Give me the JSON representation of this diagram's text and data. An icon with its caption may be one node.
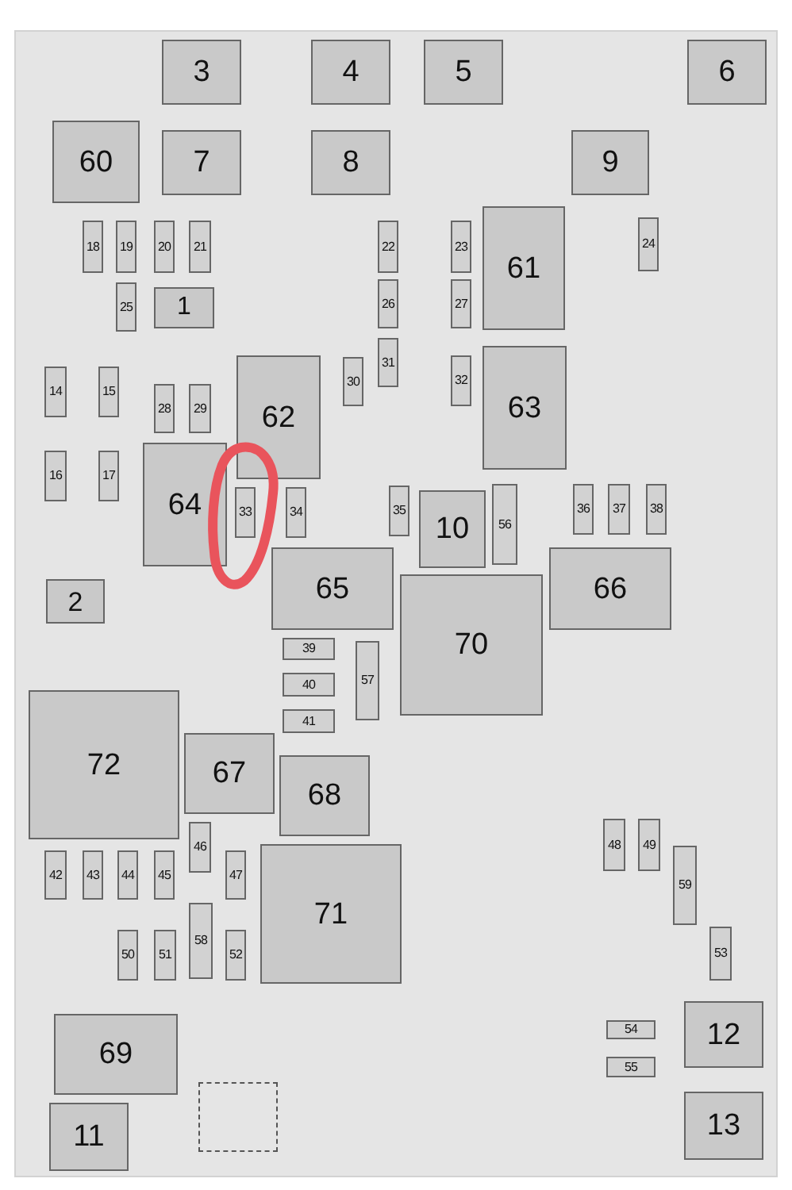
{
  "diagram": {
    "nodes": [
      {
        "text": [
          "3"
        ]
      },
      {
        "text": [
          "4"
        ]
      },
      {
        "text": [
          "5"
        ]
      },
      {
        "text": [
          "6"
        ]
      },
      {
        "text": [
          "60"
        ]
      },
      {
        "text": [
          "7"
        ]
      },
      {
        "text": [
          "8"
        ]
      },
      {
        "text": [
          "9"
        ]
      },
      {
        "text": [
          "18"
        ]
      },
      {
        "text": [
          "19"
        ]
      },
      {
        "text": [
          "20"
        ]
      },
      {
        "text": [
          "21"
        ]
      },
      {
        "text": [
          "22"
        ]
      },
      {
        "text": [
          "23"
        ]
      },
      {
        "text": [
          "61"
        ]
      },
      {
        "text": [
          "24"
        ]
      },
      {
        "text": [
          "25"
        ]
      },
      {
        "text": [
          "1"
        ]
      },
      {
        "text": [
          "26"
        ]
      },
      {
        "text": [
          "27"
        ]
      },
      {
        "text": [
          "31"
        ]
      },
      {
        "text": [
          "63"
        ]
      },
      {
        "text": [
          "62"
        ]
      },
      {
        "text": [
          "30"
        ]
      },
      {
        "text": [
          "32"
        ]
      },
      {
        "text": [
          "14"
        ]
      },
      {
        "text": [
          "15"
        ]
      },
      {
        "text": [
          "28"
        ]
      },
      {
        "text": [
          "29"
        ]
      },
      {
        "text": [
          "16"
        ]
      },
      {
        "text": [
          "17"
        ]
      },
      {
        "text": [
          "64"
        ]
      },
      {
        "text": [
          "33"
        ]
      },
      {
        "text": [
          "34"
        ]
      },
      {
        "text": [
          "35"
        ]
      },
      {
        "text": [
          "10"
        ]
      },
      {
        "text": [
          "56"
        ]
      },
      {
        "text": [
          "36"
        ]
      },
      {
        "text": [
          "37"
        ]
      },
      {
        "text": [
          "38"
        ]
      },
      {
        "text": [
          "65"
        ]
      },
      {
        "text": [
          "66"
        ]
      },
      {
        "text": [
          "70"
        ]
      },
      {
        "text": [
          "2"
        ]
      },
      {
        "text": [
          "39"
        ]
      },
      {
        "text": [
          "57"
        ]
      },
      {
        "text": [
          "40"
        ]
      },
      {
        "text": [
          "41"
        ]
      },
      {
        "text": [
          "72"
        ]
      },
      {
        "text": [
          "67"
        ]
      },
      {
        "text": [
          "68"
        ]
      },
      {
        "text": [
          "48"
        ]
      },
      {
        "text": [
          "46"
        ]
      },
      {
        "text": [
          "49"
        ]
      },
      {
        "text": [
          "71"
        ]
      },
      {
        "text": [
          "59"
        ]
      },
      {
        "text": [
          "42"
        ]
      },
      {
        "text": [
          "43"
        ]
      },
      {
        "text": [
          "44"
        ]
      },
      {
        "text": [
          "45"
        ]
      },
      {
        "text": [
          "47"
        ]
      },
      {
        "text": [
          "58"
        ]
      },
      {
        "text": [
          "53"
        ]
      },
      {
        "text": [
          "50"
        ]
      },
      {
        "text": [
          "51"
        ]
      },
      {
        "text": [
          "52"
        ]
      },
      {
        "text": [
          "12"
        ]
      },
      {
        "text": [
          "69"
        ]
      },
      {
        "text": [
          "54"
        ]
      },
      {
        "text": [
          "55"
        ]
      },
      {
        "text": [],
        "shape": "box"
      },
      {
        "text": [
          "13"
        ]
      },
      {
        "text": [
          "11"
        ]
      }
    ]
  }
}
